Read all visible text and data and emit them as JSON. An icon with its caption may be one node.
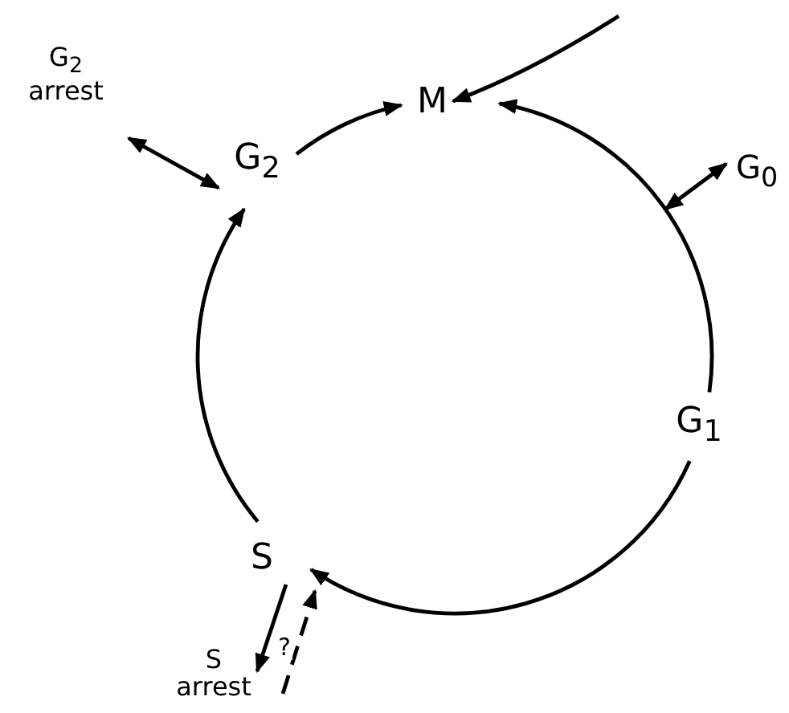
{
  "diagram": {
    "nodes": [
      {
        "text": [
          "G$_{2}$ arrest"
        ]
      },
      {
        "text": [
          "M"
        ]
      },
      {
        "text": [
          "G$_{2}$"
        ]
      },
      {
        "text": [
          "G$_{0}$"
        ]
      },
      {
        "text": [
          "G$_{1}$"
        ]
      },
      {
        "text": [
          "S"
        ]
      },
      {
        "text": [
          "S arrest"
        ]
      }
    ],
    "edges": [
      {
        "from": 2,
        "to": 1,
        "arrow": "to"
      },
      {
        "from": 4,
        "to": 1,
        "arrow": "to"
      },
      {
        "from": 4,
        "to": 5,
        "arrow": "to"
      },
      {
        "from": 5,
        "to": 2,
        "arrow": "to"
      },
      {
        "from": 0,
        "to": 2,
        "arrow": "both"
      },
      {
        "from": 3,
        "to": null,
        "arrow": "both"
      },
      {
        "from": 5,
        "to": 6,
        "arrow": "to"
      },
      {
        "from": 6,
        "to": 5,
        "arrow": "to",
        "style": "dashed",
        "label": "?"
      },
      {
        "from": null,
        "to": 1,
        "arrow": "to"
      }
    ]
  }
}
